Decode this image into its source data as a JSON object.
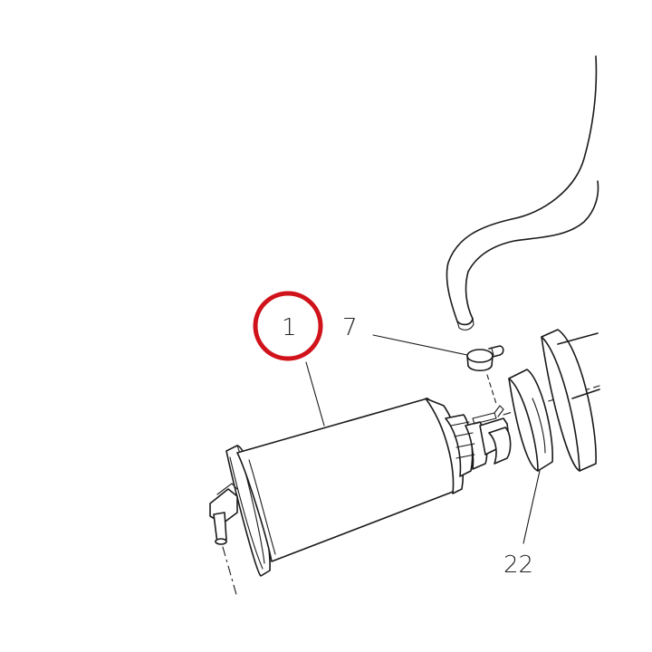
{
  "callouts": {
    "part_1": "1",
    "part_7": "7",
    "part_22": "22"
  },
  "colors": {
    "highlight_ring": "#d0121b",
    "line": "#1a1a1a"
  }
}
